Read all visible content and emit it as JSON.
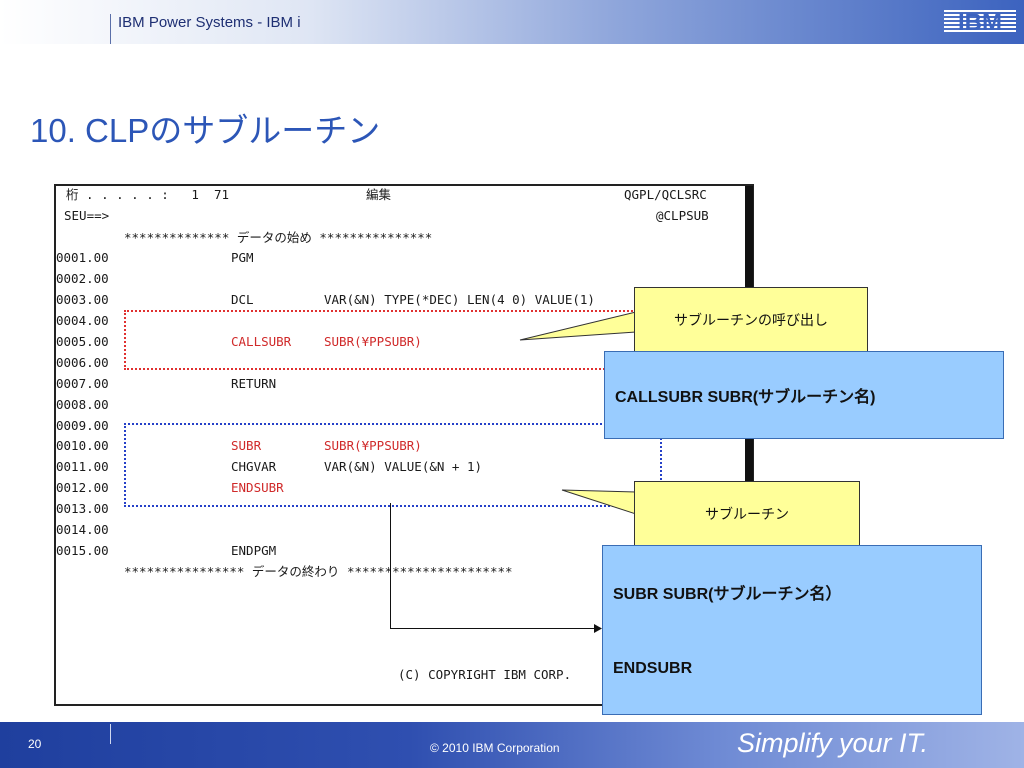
{
  "header": {
    "product": "IBM Power Systems - IBM i",
    "logo_text": "IBM"
  },
  "slide": {
    "title": "10. CLPのサブルーチン"
  },
  "terminal": {
    "col_label": "桁 . . . . . :   1  71",
    "mode": "編集",
    "library_file": "QGPL/QCLSRC",
    "seu_prompt": "SEU==>",
    "member": "@CLPSUB",
    "data_begin": "************** データの始め ***************",
    "lines": [
      {
        "seq": "0001.00",
        "code": "PGM",
        "args": ""
      },
      {
        "seq": "0002.00",
        "code": "",
        "args": ""
      },
      {
        "seq": "0003.00",
        "code": "DCL",
        "args": "VAR(&N) TYPE(*DEC) LEN(4 0) VALUE(1)"
      },
      {
        "seq": "0004.00",
        "code": "",
        "args": ""
      },
      {
        "seq": "0005.00",
        "code": "CALLSUBR",
        "args": "SUBR(¥PPSUBR)"
      },
      {
        "seq": "0006.00",
        "code": "",
        "args": ""
      },
      {
        "seq": "0007.00",
        "code": "RETURN",
        "args": ""
      },
      {
        "seq": "0008.00",
        "code": "",
        "args": ""
      },
      {
        "seq": "0009.00",
        "code": "",
        "args": ""
      },
      {
        "seq": "0010.00",
        "code": "SUBR",
        "args": "SUBR(¥PPSUBR)"
      },
      {
        "seq": "0011.00",
        "code": "CHGVAR",
        "args": "VAR(&N) VALUE(&N + 1)"
      },
      {
        "seq": "0012.00",
        "code": "ENDSUBR",
        "args": ""
      },
      {
        "seq": "0013.00",
        "code": "",
        "args": ""
      },
      {
        "seq": "0014.00",
        "code": "",
        "args": ""
      },
      {
        "seq": "0015.00",
        "code": "ENDPGM",
        "args": ""
      }
    ],
    "data_end": "**************** データの終わり **********************",
    "copyright": "(C) COPYRIGHT IBM CORP."
  },
  "callouts": {
    "call_label": "サブルーチンの呼び出し",
    "call_syntax": "CALLSUBR   SUBR(サブルーチン名)",
    "sub_label": "サブルーチン",
    "sub_syntax_start": "SUBR  SUBR(サブルーチン名）",
    "sub_syntax_end": "ENDSUBR"
  },
  "footer": {
    "page": "20",
    "copyright": "© 2010 IBM Corporation",
    "tagline": "Simplify your IT."
  },
  "colors": {
    "title": "#2c56b7",
    "red_code": "#d02a2a",
    "yellow_callout": "#ffff99",
    "blue_callout": "#99ccff"
  }
}
